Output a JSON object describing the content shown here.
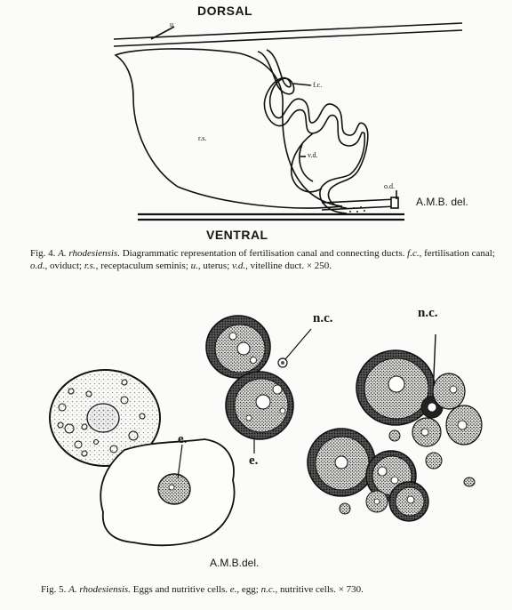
{
  "fig4": {
    "dorsal_label": "DORSAL",
    "ventral_label": "VENTRAL",
    "labels": {
      "u": "u",
      "fc": "f.c.",
      "rs": "r.s.",
      "vd": "v.d.",
      "od": "o.d."
    },
    "credit": "A.M.B. del.",
    "caption": {
      "fig": "Fig. 4.",
      "species": "A. rhodesiensis.",
      "text1": "Diagrammatic representation of fertilisation canal and connecting",
      "text2": "ducts.",
      "fc_abbr": "f.c.,",
      "fc_desc": "fertilisation canal;",
      "od_abbr": "o.d.,",
      "od_desc": "oviduct;",
      "rs_abbr": "r.s.,",
      "rs_desc": "receptaculum seminis;",
      "u_abbr": "u.,",
      "u_desc": "uterus;",
      "vd_abbr": "v.d.,",
      "text3": "vitelline duct.",
      "mag": "× 250."
    }
  },
  "fig5": {
    "labels": {
      "e1": "e.",
      "e2": "e.",
      "nc1": "n.c.",
      "nc2": "n.c."
    },
    "credit": "A.M.B.del.",
    "caption": {
      "fig": "Fig. 5.",
      "species": "A. rhodesiensis.",
      "text": "Eggs and nutritive cells.",
      "e_abbr": "e.,",
      "e_desc": "egg;",
      "nc_abbr": "n.c.,",
      "nc_desc": "nutritive cells.",
      "mag": "× 730."
    }
  }
}
